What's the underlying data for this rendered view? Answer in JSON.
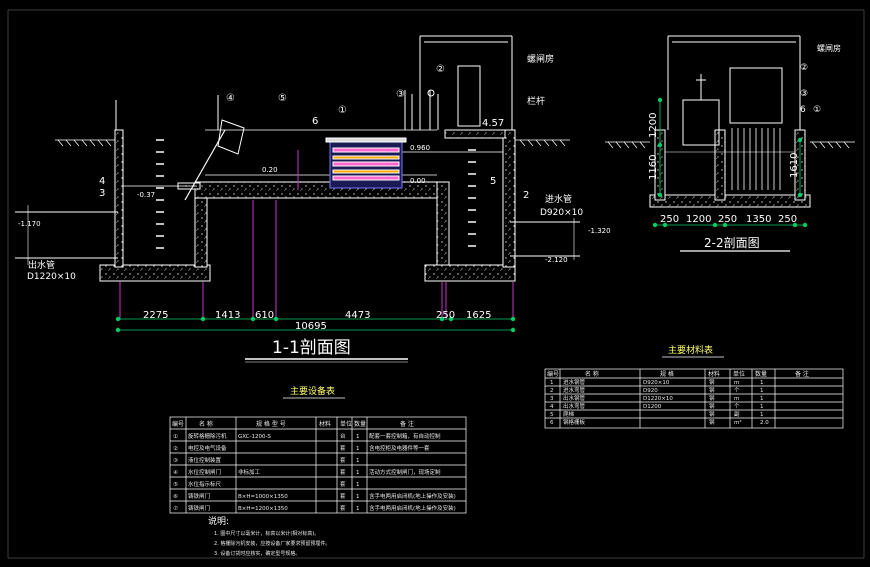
{
  "drawing": {
    "section_1_title": "1-1剖面图",
    "section_2_title": "2-2剖面图",
    "labels": {
      "valve_house": "螺闸房",
      "railing": "栏杆",
      "inlet_pipe": "进水管",
      "inlet_pipe_spec": "D920×10",
      "outlet_pipe": "出水管",
      "outlet_pipe_spec": "D1220×10",
      "elev_457": "4.57",
      "elev_0960": "0.960",
      "elev_000": "0.00",
      "elev_020": "0.20",
      "elev_neg037": "-0.37",
      "elev_neg170": "-1.170",
      "elev_neg1320": "-1.320",
      "elev_neg2120": "-2.120",
      "marker_1": "①",
      "marker_2": "②",
      "marker_3": "③",
      "marker_4": "④",
      "marker_5": "⑤",
      "marker_6": "⑥",
      "num_2": "2",
      "num_3": "3",
      "num_4": "4",
      "num_5": "5",
      "num_6": "6"
    },
    "dims_1": [
      "2275",
      "1413",
      "610",
      "4473",
      "250",
      "1625"
    ],
    "dim_total_1": "10695",
    "dims_2": [
      "250",
      "1200",
      "250",
      "1350",
      "250"
    ],
    "dims_2_vertical": [
      "1200",
      "1160",
      "1610"
    ]
  },
  "equipment_table": {
    "title": "主要设备表",
    "headers": [
      "编号",
      "名 称",
      "规 格 型 号",
      "材料",
      "单位",
      "数量",
      "备 注"
    ],
    "rows": [
      [
        "①",
        "旋转格栅除污机",
        "GXC-1200-S",
        "",
        "台",
        "1",
        "配套一套控制箱，有自动控制"
      ],
      [
        "②",
        "电控及电气设备",
        "",
        "",
        "套",
        "1",
        "含电控柜及电器件等一套"
      ],
      [
        "③",
        "液位控制装置",
        "",
        "",
        "套",
        "1",
        ""
      ],
      [
        "④",
        "水位控制闸门",
        "非标加工",
        "",
        "套",
        "1",
        "活动方式控制闸门，现场定制"
      ],
      [
        "⑤",
        "水位指示标尺",
        "",
        "",
        "套",
        "1",
        ""
      ],
      [
        "⑥",
        "铸铁闸门",
        "B×H=1000×1350",
        "",
        "套",
        "1",
        "含手电两用启闭机(地上操作及安装)"
      ],
      [
        "⑦",
        "铸铁闸门",
        "B×H=1200×1350",
        "",
        "套",
        "1",
        "含手电两用启闭机(地上操作及安装)"
      ]
    ],
    "notes_title": "说明:",
    "notes": [
      "1. 图中尺寸以毫米计，标高以米计(相对标高)。",
      "2. 格栅除污机安装，应按设备厂家要求预留预埋件。",
      "3. 设备订货时应核实，确定型号规格。"
    ]
  },
  "material_table": {
    "title": "主要材料表",
    "headers": [
      "编号",
      "名 称",
      "规 格",
      "材料",
      "单位",
      "数量",
      "备 注"
    ],
    "rows": [
      [
        "1",
        "进水钢管",
        "D920×10",
        "钢",
        "m",
        "1",
        ""
      ],
      [
        "2",
        "进水弯管",
        "D920",
        "钢",
        "个",
        "1",
        ""
      ],
      [
        "3",
        "出水钢管",
        "D1220×10",
        "钢",
        "m",
        "1",
        ""
      ],
      [
        "4",
        "出水弯管",
        "D1200",
        "钢",
        "个",
        "1",
        ""
      ],
      [
        "5",
        "爬梯",
        "",
        "钢",
        "副",
        "1",
        ""
      ],
      [
        "6",
        "钢格栅板",
        "",
        "钢",
        "m²",
        "2.0",
        ""
      ]
    ]
  }
}
